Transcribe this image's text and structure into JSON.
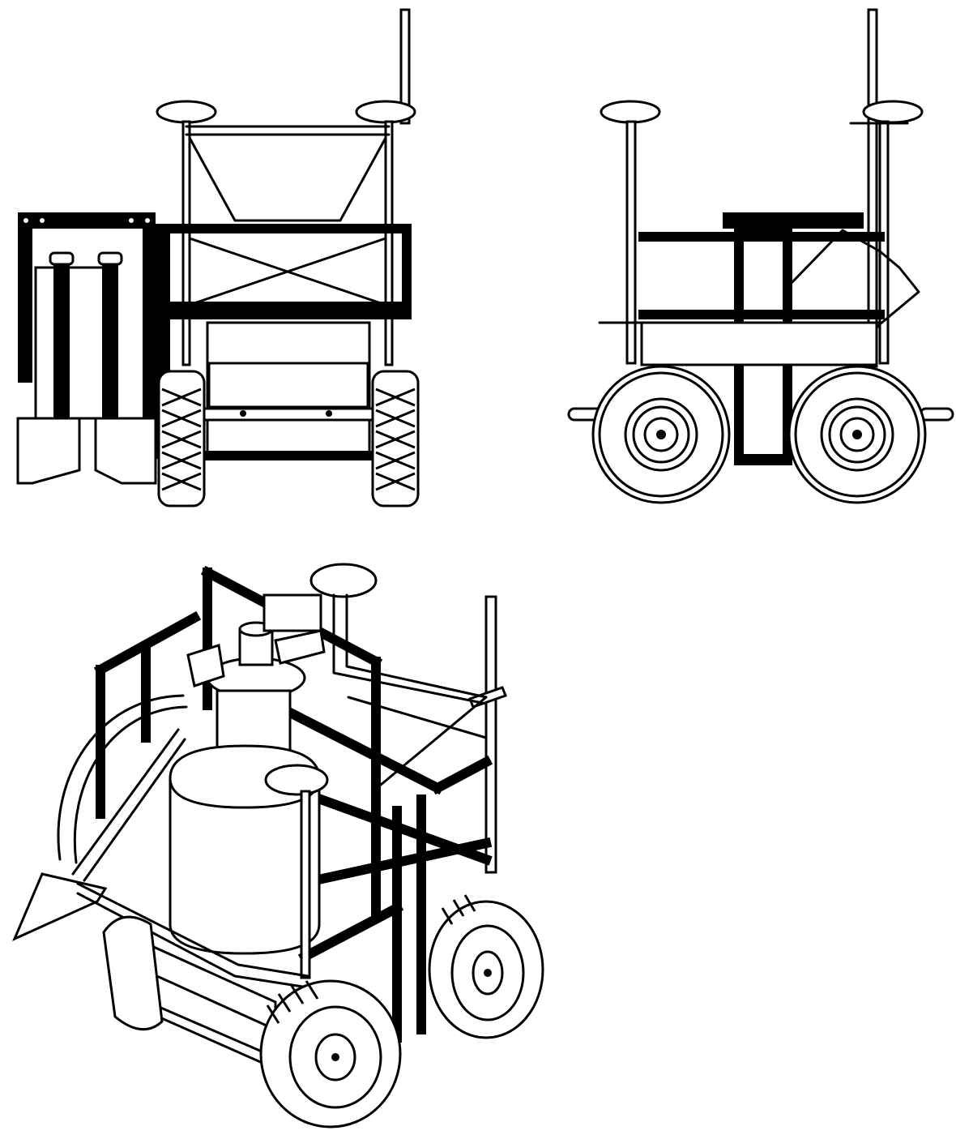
{
  "figure": {
    "views": [
      {
        "id": "front",
        "kind": "orthographic-front"
      },
      {
        "id": "side",
        "kind": "orthographic-side"
      },
      {
        "id": "iso",
        "kind": "isometric"
      }
    ],
    "colors": {
      "line": "#000000",
      "background": "#ffffff"
    }
  }
}
